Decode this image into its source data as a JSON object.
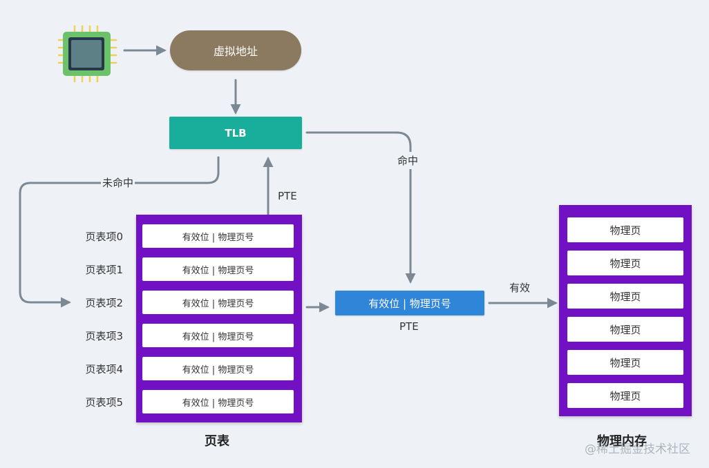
{
  "virtual_address": "虚拟地址",
  "tlb": "TLB",
  "miss": "未命中",
  "hit": "命中",
  "pte_up": "PTE",
  "page_table": {
    "title": "页表",
    "row_text": "有效位 | 物理页号",
    "labels": [
      "页表项0",
      "页表项1",
      "页表项2",
      "页表项3",
      "页表项4",
      "页表项5"
    ]
  },
  "pte_box": {
    "text": "有效位 | 物理页号",
    "label": "PTE"
  },
  "valid": "有效",
  "physical_memory": {
    "title": "物理内存",
    "pages": [
      "物理页",
      "物理页",
      "物理页",
      "物理页",
      "物理页",
      "物理页"
    ]
  },
  "watermark": "@稀土掘金技术社区",
  "colors": {
    "virtual_address": "#8b7a5f",
    "tlb": "#19ae9b",
    "container": "#7211c4",
    "pte": "#2f86d8",
    "arrow": "#7c8894",
    "cpu_board": "#6cc26b",
    "cpu_core": "#5d7f86",
    "cpu_pins": "#f2cf55"
  }
}
